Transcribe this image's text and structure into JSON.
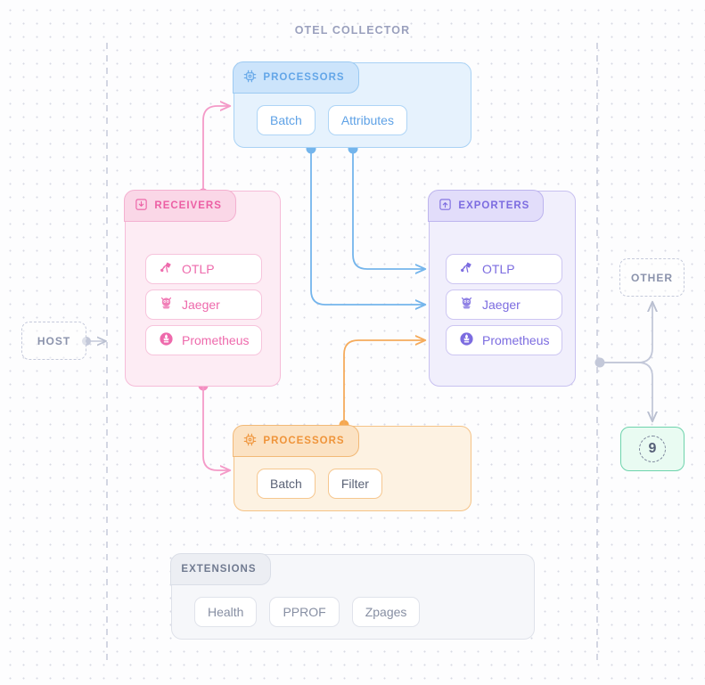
{
  "title": "OTEL COLLECTOR",
  "colors": {
    "receivers": "#ee6aac",
    "exporters": "#7c6ce0",
    "processors_top": "#63a6e8",
    "processors_bottom": "#ef943a",
    "extensions": "#707a90",
    "green_node": "#6ed3ac",
    "dashed_node": "#8b93ac",
    "canvas_bg": "#fdfdfe"
  },
  "external": {
    "host": {
      "label": "HOST",
      "icon": "dashed-box"
    },
    "other": {
      "label": "OTHER",
      "icon": "dashed-box"
    },
    "green": {
      "label": "9",
      "icon": "dashed-circle-badge"
    }
  },
  "panels": {
    "receivers": {
      "header": "RECEIVERS",
      "header_icon": "tray-download-icon",
      "items": [
        {
          "label": "OTLP",
          "icon": "telescope-icon"
        },
        {
          "label": "Jaeger",
          "icon": "jaeger-logo-icon"
        },
        {
          "label": "Prometheus",
          "icon": "prometheus-torch-icon"
        }
      ]
    },
    "exporters": {
      "header": "EXPORTERS",
      "header_icon": "tray-upload-icon",
      "items": [
        {
          "label": "OTLP",
          "icon": "telescope-icon"
        },
        {
          "label": "Jaeger",
          "icon": "jaeger-logo-icon"
        },
        {
          "label": "Prometheus",
          "icon": "prometheus-torch-icon"
        }
      ]
    },
    "processors_top": {
      "header": "PROCESSORS",
      "header_icon": "cpu-chip-icon",
      "items": [
        {
          "label": "Batch"
        },
        {
          "label": "Attributes"
        }
      ]
    },
    "processors_bottom": {
      "header": "PROCESSORS",
      "header_icon": "cpu-chip-icon",
      "items": [
        {
          "label": "Batch"
        },
        {
          "label": "Filter"
        }
      ]
    },
    "extensions": {
      "header": "EXTENSIONS",
      "items": [
        {
          "label": "Health"
        },
        {
          "label": "PPROF"
        },
        {
          "label": "Zpages"
        }
      ]
    }
  }
}
